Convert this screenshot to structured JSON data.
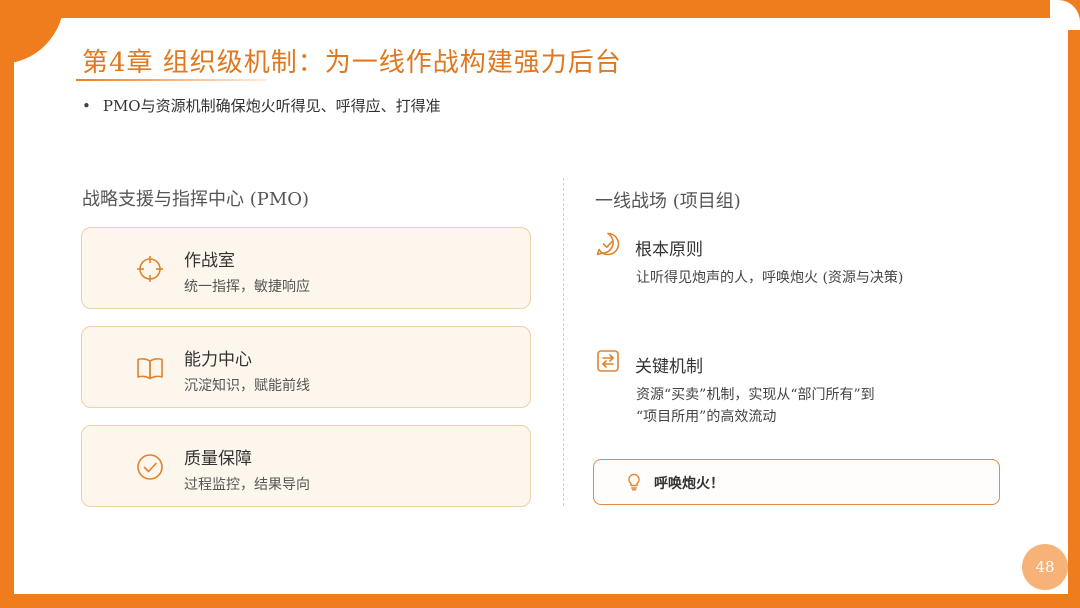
{
  "slide": {
    "title": "第4章  组织级机制：为一线作战构建强力后台",
    "bullet": "PMO与资源机制确保炮火听得见、呼得应、打得准",
    "page_number": "48",
    "accent_color": "#ef7d1e"
  },
  "left_panel": {
    "heading": "战略支援与指挥中心 (PMO)",
    "cards": [
      {
        "icon": "crosshair-icon",
        "title": "作战室",
        "subtitle": "统一指挥，敏捷响应"
      },
      {
        "icon": "book-icon",
        "title": "能力中心",
        "subtitle": "沉淀知识，赋能前线"
      },
      {
        "icon": "check-circle-icon",
        "title": "质量保障",
        "subtitle": "过程监控，结果导向"
      }
    ]
  },
  "right_panel": {
    "heading": "一线战场 (项目组)",
    "principle": {
      "icon": "chat-check-icon",
      "title": "根本原则",
      "text": "让听得见炮声的人，呼唤炮火 (资源与决策)"
    },
    "mechanism": {
      "icon": "exchange-icon",
      "title": "关键机制",
      "text_line1": "资源“买卖”机制，实现从“部门所有”到",
      "text_line2": "“项目所用”的高效流动"
    },
    "callout": {
      "icon": "lightbulb-icon",
      "label": "呼唤炮火！"
    }
  }
}
